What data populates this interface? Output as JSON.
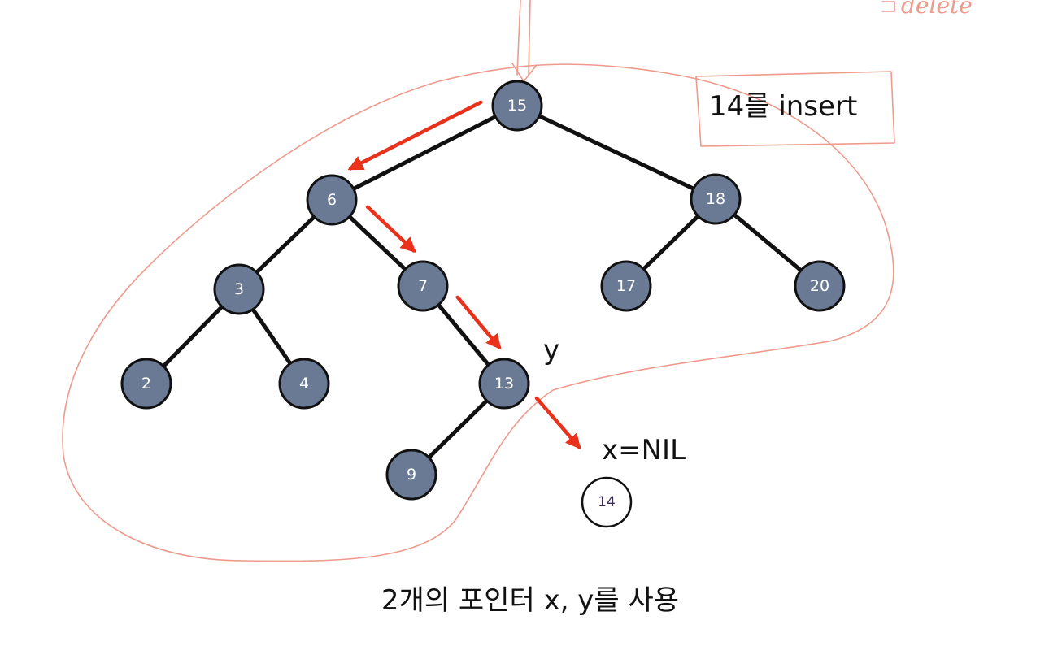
{
  "title_box": "14를 insert",
  "caption": "2개의 포인터 x, y를 사용",
  "label_y": "y",
  "label_x": "x=NIL",
  "new_node": "14",
  "handwritten_note": "delete",
  "colors": {
    "node_fill": "#6a7a94",
    "edge": "#111111",
    "arrow": "#e8321c",
    "sketch": "#ee9a8c"
  },
  "tree": {
    "nodes": [
      {
        "id": "n15",
        "label": "15"
      },
      {
        "id": "n6",
        "label": "6"
      },
      {
        "id": "n18",
        "label": "18"
      },
      {
        "id": "n3",
        "label": "3"
      },
      {
        "id": "n7",
        "label": "7"
      },
      {
        "id": "n17",
        "label": "17"
      },
      {
        "id": "n20",
        "label": "20"
      },
      {
        "id": "n2",
        "label": "2"
      },
      {
        "id": "n4",
        "label": "4"
      },
      {
        "id": "n13",
        "label": "13"
      },
      {
        "id": "n9",
        "label": "9"
      }
    ],
    "edges": [
      [
        "n15",
        "n6"
      ],
      [
        "n15",
        "n18"
      ],
      [
        "n6",
        "n3"
      ],
      [
        "n6",
        "n7"
      ],
      [
        "n18",
        "n17"
      ],
      [
        "n18",
        "n20"
      ],
      [
        "n3",
        "n2"
      ],
      [
        "n3",
        "n4"
      ],
      [
        "n7",
        "n13"
      ],
      [
        "n13",
        "n9"
      ]
    ],
    "search_path": [
      "n15",
      "n6",
      "n7",
      "n13"
    ]
  }
}
